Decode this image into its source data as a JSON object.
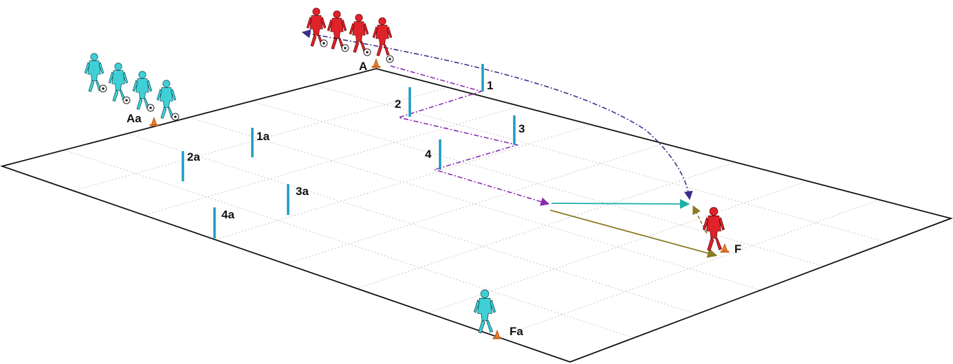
{
  "labels": {
    "start_red": "A",
    "start_cyan": "Aa",
    "end_red": "F",
    "end_cyan": "Fa",
    "pole_1": "1",
    "pole_2": "2",
    "pole_3": "3",
    "pole_4": "4",
    "pole_1a": "1a",
    "pole_2a": "2a",
    "pole_3a": "3a",
    "pole_4a": "4a"
  },
  "colors": {
    "field_line": "#111111",
    "grid_line": "#b8b8b8",
    "pole": "#1d9bc4",
    "red_team": "#e0222a",
    "cyan_team": "#3fd0d6",
    "dribble_path": "#8a2bb0",
    "long_pass": "#3a2d8c",
    "pass_to_f": "#20b0a8",
    "return_pass": "#8a7a22",
    "cone": "#f07a20"
  },
  "icons": {
    "player": "soccer-player-icon",
    "ball": "soccer-ball-icon",
    "cone": "cone-icon",
    "pole": "pole-marker-icon"
  }
}
